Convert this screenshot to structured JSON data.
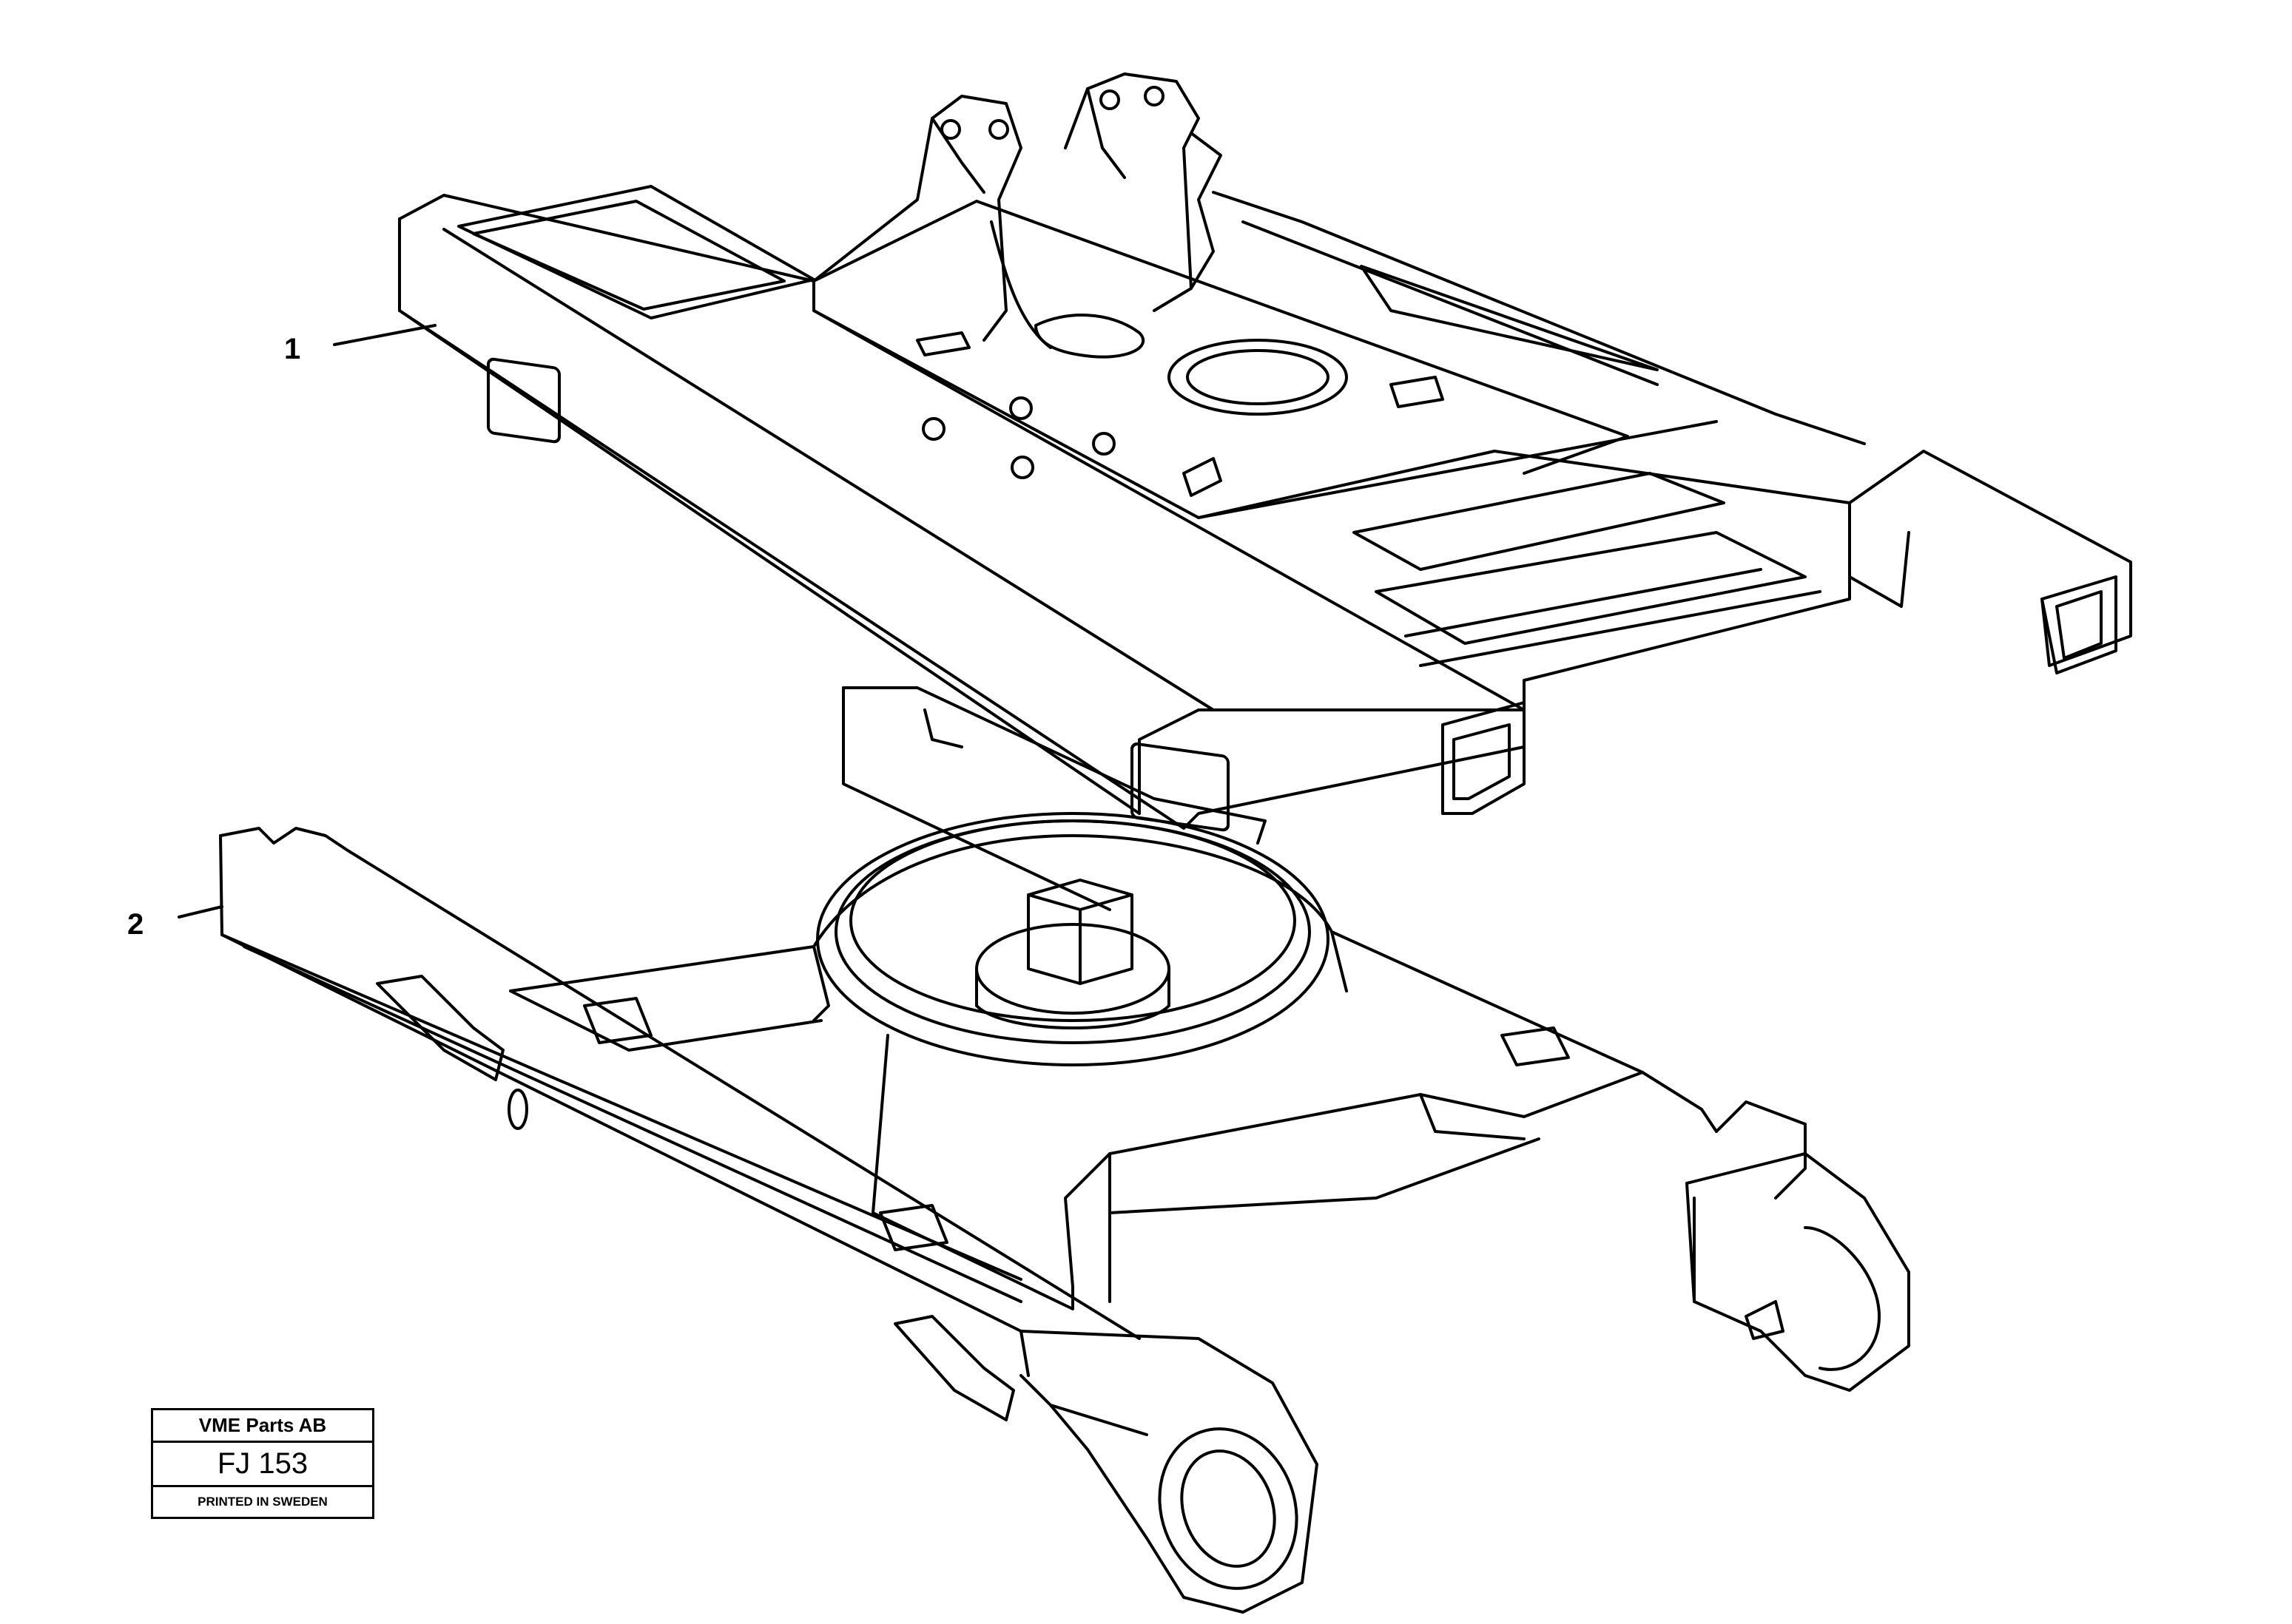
{
  "callouts": [
    {
      "label": "1"
    },
    {
      "label": "2"
    }
  ],
  "title_block": {
    "company": "VME Parts AB",
    "code": "FJ 153",
    "printed": "PRINTED IN SWEDEN"
  }
}
